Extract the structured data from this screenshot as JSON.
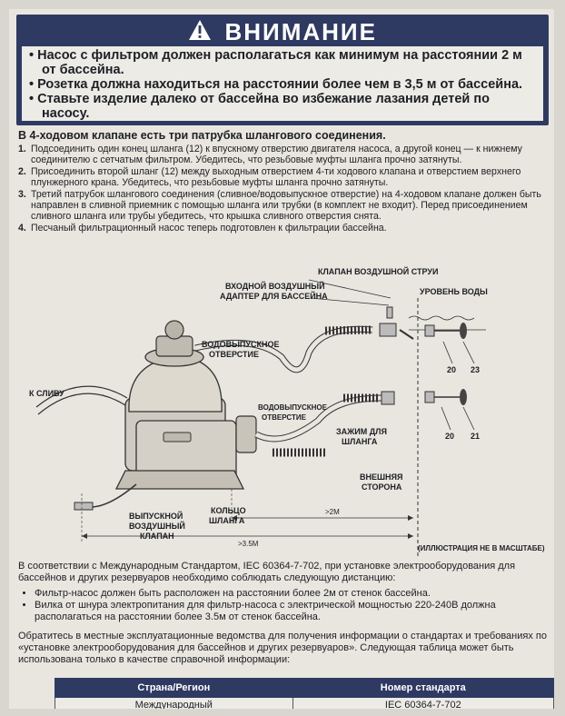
{
  "warning": {
    "title": "ВНИМАНИЕ",
    "items": [
      "Насос с фильтром должен располагаться как минимум на расстоянии 2 м от бассейна.",
      "Розетка должна находиться на расстоянии более чем в 3,5 м от бассейна.",
      "Ставьте изделие далеко от бассейна во избежание лазания детей по насосу."
    ]
  },
  "instructions": {
    "heading": "В 4-ходовом клапане есть три патрубка шлангового соединения.",
    "steps": [
      {
        "num": "1.",
        "text": "Подсоединить один конец шланга (12) к впускному отверстию двигателя насоса, а другой конец — к нижнему соединителю с сетчатым фильтром. Убедитесь, что резьбовые муфты шланга прочно затянуты."
      },
      {
        "num": "2.",
        "text": "Присоединить второй шланг (12) между выходным отверстием 4-ти ходового клапана и отверстием верхнего плунжерного крана. Убедитесь, что резьбовые муфты шланга прочно затянуты."
      },
      {
        "num": "3.",
        "text": "Третий патрубок шлангового соединения (сливное/водовыпускное отверстие) на 4-ходовом клапане должен быть направлен в сливной приемник с помощью шланга или трубки (в комплект не входит). Перед присоединением сливного шланга или трубы убедитесь, что крышка сливного отверстия снята."
      },
      {
        "num": "4.",
        "text": "Песчаный фильтрационный насос теперь подготовлен к фильтрации бассейна."
      }
    ]
  },
  "diagram": {
    "air_valve_label": "КЛАПАН ВОЗДУШНОЙ СТРУИ",
    "inlet_adapter_line1": "ВХОДНОЙ ВОЗДУШНЫЙ",
    "inlet_adapter_line2": "АДАПТЕР ДЛЯ БАССЕЙНА",
    "water_level": "УРОВЕНЬ ВОДЫ",
    "outlet1_line1": "ВОДОВЫПУСКНОЕ",
    "outlet1_line2": "ОТВЕРСТИЕ",
    "outlet2_line1": "ВОДОВЫПУСКНОЕ",
    "outlet2_line2": "ОТВЕРСТИЕ",
    "to_drain": "К СЛИВУ",
    "hose_clamp_line1": "ЗАЖИМ ДЛЯ",
    "hose_clamp_line2": "ШЛАНГА",
    "outer_side_line1": "ВНЕШНЯЯ",
    "outer_side_line2": "СТОРОНА",
    "release_line1": "ВЫПУСКНОЙ",
    "release_line2": "ВОЗДУШНЫЙ",
    "release_line3": "КЛАПАН",
    "ring_line1": "КОЛЬЦО",
    "ring_line2": "ШЛАНГА",
    "dist_2m": ">2M",
    "dist_35m": ">3.5M",
    "not_to_scale": "(ИЛЛЮСТРАЦИЯ НЕ В МАСШТАБЕ)",
    "part_20a": "20",
    "part_23": "23",
    "part_20b": "20",
    "part_21": "21"
  },
  "standards": {
    "intro": "В соответствии с Международным Стандартом, IEC 60364-7-702, при установке электрооборудования для бассейнов и других резервуаров необходимо соблюдать следующую дистанцию:",
    "bullets": [
      "Фильтр-насос должен быть расположен на расстоянии более 2м от стенок бассейна.",
      "Вилка от шнура электропитания для фильтр-насоса с электрической мощностью 220-240В должна располагаться на расстоянии более 3.5м от стенок бассейна."
    ],
    "contact": "Обратитесь в местные эксплуатационные ведомства для получения информации о стандартах и требованиях по «установке электрооборудования для бассейнов и других резервуаров». Следующая таблица может быть использована только в качестве справочной информации:"
  },
  "table": {
    "headers": [
      "Страна/Регион",
      "Номер стандарта"
    ],
    "rows": [
      [
        "Международный",
        "IEC 60364-7-702"
      ]
    ]
  }
}
